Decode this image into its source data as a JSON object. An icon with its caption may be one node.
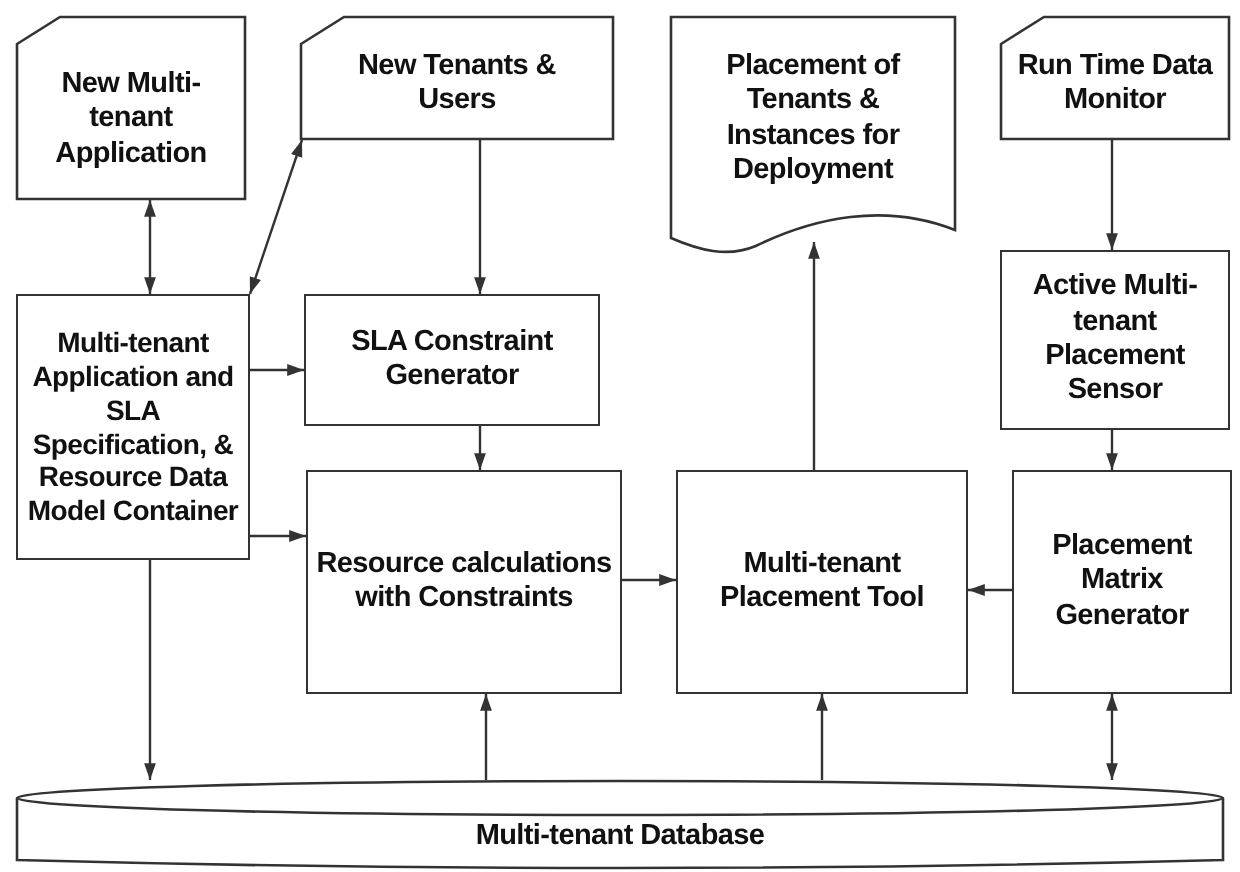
{
  "diagram": {
    "nodes": [
      {
        "text": [
          "New Multi-tenant Application"
        ]
      },
      {
        "text": [
          "New Tenants & Users"
        ]
      },
      {
        "text": [
          "Placement of Tenants & Instances for Deployment"
        ]
      },
      {
        "text": [
          "Run Time Data Monitor"
        ]
      },
      {
        "text": [
          "Multi-tenant Application and SLA Specification, & Resource Data Model Container"
        ]
      },
      {
        "text": [
          "SLA Constraint Generator"
        ]
      },
      {
        "text": [
          "Active Multi-tenant Placement Sensor"
        ]
      },
      {
        "text": [
          "Resource calculations with Constraints"
        ]
      },
      {
        "text": [
          "Multi-tenant Placement Tool"
        ]
      },
      {
        "text": [
          "Placement Matrix Generator"
        ]
      },
      {
        "text": [
          "Multi-tenant Database"
        ]
      }
    ],
    "edges": [
      {
        "from": 0,
        "to": 4,
        "arrow": "both"
      },
      {
        "from": 1,
        "to": 4,
        "arrow": "both"
      },
      {
        "from": 1,
        "to": 5,
        "arrow": "to"
      },
      {
        "from": 4,
        "to": 5,
        "arrow": "to"
      },
      {
        "from": 5,
        "to": 7,
        "arrow": "to"
      },
      {
        "from": 4,
        "to": 7,
        "arrow": "to"
      },
      {
        "from": 7,
        "to": 8,
        "arrow": "to"
      },
      {
        "from": 8,
        "to": 2,
        "arrow": "to"
      },
      {
        "from": 3,
        "to": 6,
        "arrow": "to"
      },
      {
        "from": 6,
        "to": 9,
        "arrow": "to"
      },
      {
        "from": 9,
        "to": 8,
        "arrow": "to"
      },
      {
        "from": 4,
        "to": 10,
        "arrow": "to"
      },
      {
        "from": 10,
        "to": 7,
        "arrow": "to"
      },
      {
        "from": 10,
        "to": 8,
        "arrow": "to"
      },
      {
        "from": 9,
        "to": 10,
        "arrow": "both"
      }
    ]
  }
}
